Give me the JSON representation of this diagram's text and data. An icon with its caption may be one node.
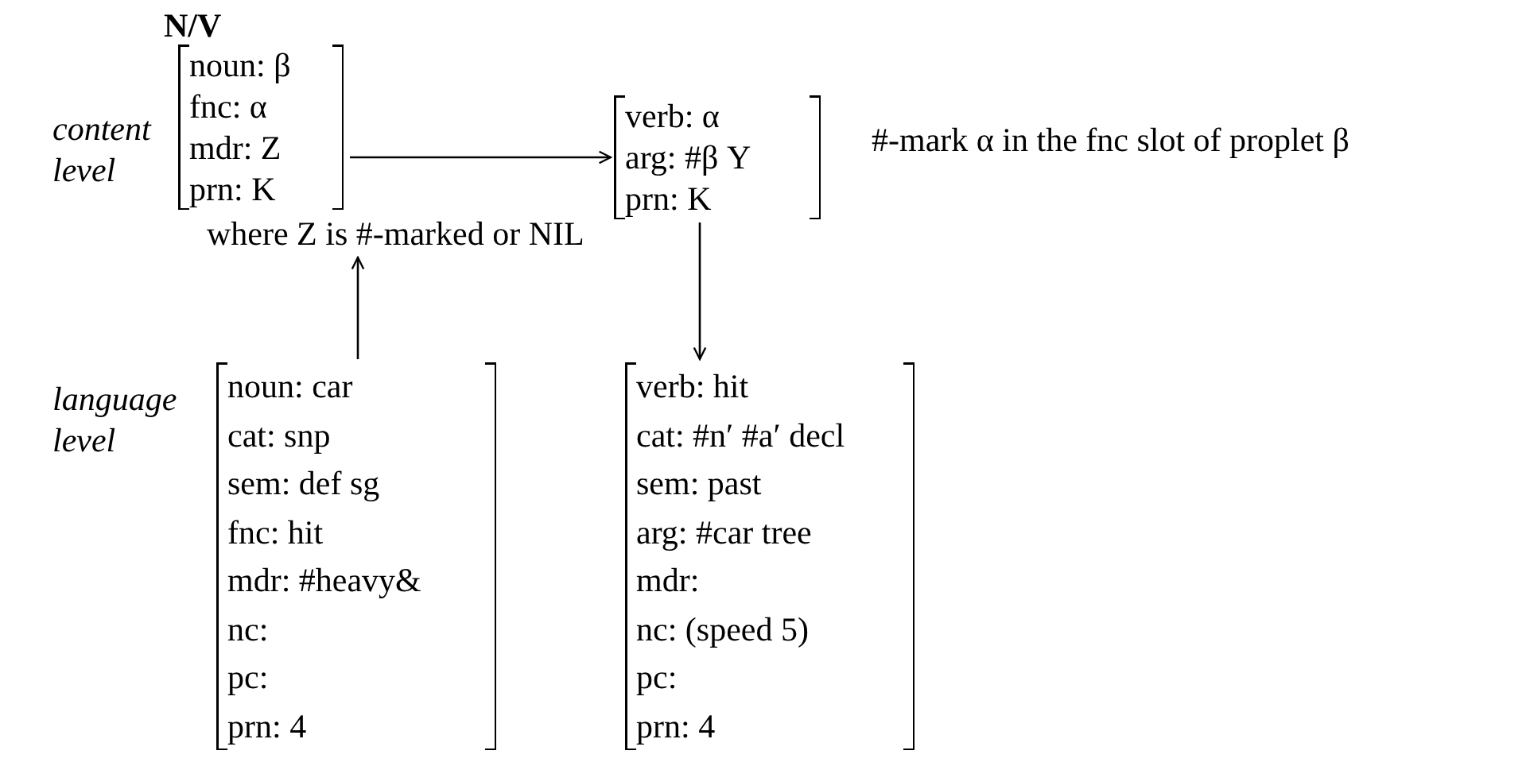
{
  "diagram": {
    "nodes": [
      {
        "text": [
          "N/V",
          "noun: β",
          "fnc: α",
          "mdr: Z",
          "prn: K"
        ],
        "beside": [
          "where Z is #-marked or NIL"
        ]
      },
      {
        "text": [
          "verb: α",
          "arg: #β Y",
          "prn: K"
        ]
      },
      {
        "text": [
          "noun: car",
          "cat: snp",
          "sem: def sg",
          "fnc: hit",
          "mdr: #heavy&",
          "nc:",
          "pc:",
          "prn: 4"
        ]
      },
      {
        "text": [
          "verb: hit",
          "cat: #n′ #a′ decl",
          "sem: past",
          "arg: #car tree",
          "mdr:",
          "nc: (speed 5)",
          "pc:",
          "prn: 4"
        ]
      }
    ],
    "edges": [
      {
        "from": 0,
        "to": 1,
        "arrow": "to"
      },
      {
        "from": 2,
        "to": 0,
        "arrow": "to"
      },
      {
        "from": 1,
        "to": 3,
        "arrow": "to"
      }
    ],
    "labels": [
      "content level",
      "#-mark α in the fnc slot of proplet β",
      "language level"
    ]
  }
}
